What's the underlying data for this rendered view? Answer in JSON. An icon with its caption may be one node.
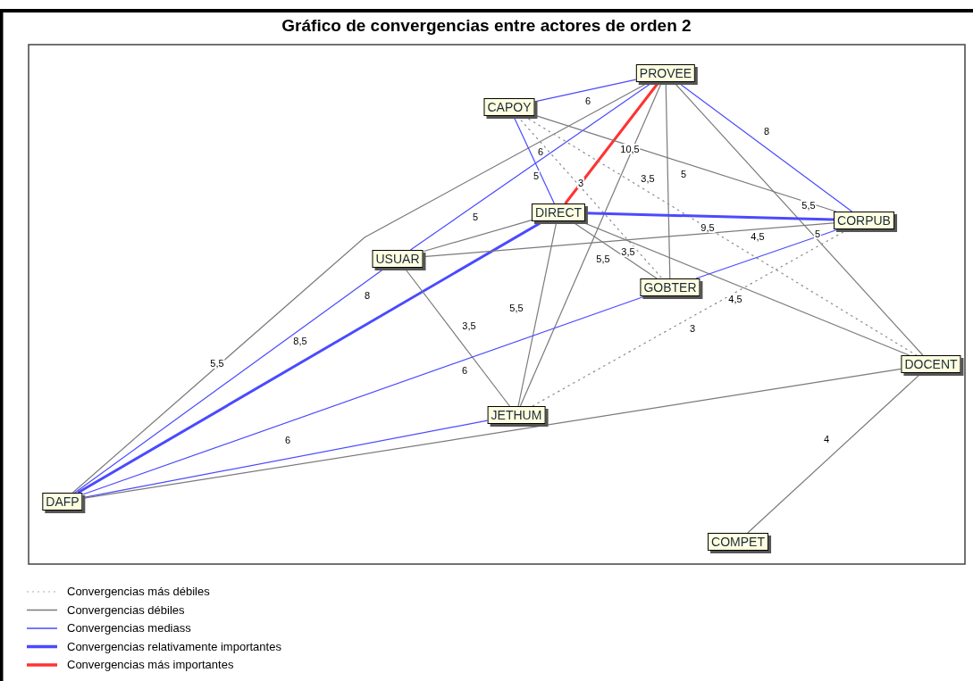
{
  "diagram": {
    "title": "Gráfico de convergencias entre actores de orden 2",
    "nodes": [
      {
        "text": [
          "PROVEE"
        ]
      },
      {
        "text": [
          "CAPOY"
        ]
      },
      {
        "text": [
          "DIRECT"
        ]
      },
      {
        "text": [
          "CORPUB"
        ]
      },
      {
        "text": [
          "USUAR"
        ]
      },
      {
        "text": [
          "GOBTER"
        ]
      },
      {
        "text": [
          "DOCENT"
        ]
      },
      {
        "text": [
          "JETHUM"
        ]
      },
      {
        "text": [
          "DAFP"
        ]
      },
      {
        "text": [
          "COMPET"
        ]
      }
    ],
    "edges": [
      {
        "from": 0,
        "to": 1,
        "arrow": "none",
        "label": "6",
        "color": "#4a4aff"
      },
      {
        "from": 0,
        "to": 2,
        "arrow": "none",
        "label": "10,5",
        "style": "thick",
        "color": "#ff3333"
      },
      {
        "from": 0,
        "to": 3,
        "arrow": "none",
        "label": "8",
        "color": "#4a4aff"
      },
      {
        "from": 0,
        "to": 5,
        "arrow": "none",
        "label": "5"
      },
      {
        "from": 0,
        "to": 6,
        "arrow": "none",
        "label": "5"
      },
      {
        "from": 0,
        "to": 7,
        "arrow": "none",
        "label": "5,5"
      },
      {
        "from": 0,
        "to": 4,
        "arrow": "none",
        "label": "6",
        "color": "#4a4aff"
      },
      {
        "from": 0,
        "to": 8,
        "arrow": "none",
        "label": "5,5"
      },
      {
        "from": 1,
        "to": 2,
        "arrow": "none",
        "label": "5",
        "color": "#4a4aff"
      },
      {
        "from": 1,
        "to": 3,
        "arrow": "none",
        "label": "5,5"
      },
      {
        "from": 1,
        "to": 6,
        "arrow": "none",
        "label": "3,5",
        "style": "dashed"
      },
      {
        "from": 1,
        "to": 5,
        "arrow": "none",
        "label": "3",
        "style": "dashed"
      },
      {
        "from": 2,
        "to": 3,
        "arrow": "none",
        "label": "9,5",
        "style": "thick",
        "color": "#4a4aff"
      },
      {
        "from": 2,
        "to": 4,
        "arrow": "none",
        "label": "5"
      },
      {
        "from": 2,
        "to": 5,
        "arrow": "none",
        "label": "3,5"
      },
      {
        "from": 2,
        "to": 6,
        "arrow": "none",
        "label": "4,5"
      },
      {
        "from": 2,
        "to": 7,
        "arrow": "none",
        "label": "5,5"
      },
      {
        "from": 2,
        "to": 8,
        "arrow": "none",
        "label": "8,5",
        "style": "thick",
        "color": "#4a4aff"
      },
      {
        "from": 3,
        "to": 4,
        "arrow": "none",
        "label": "4,5"
      },
      {
        "from": 3,
        "to": 5,
        "arrow": "none",
        "color": "#4a4aff"
      },
      {
        "from": 3,
        "to": 7,
        "arrow": "none",
        "label": "3",
        "style": "dashed"
      },
      {
        "from": 4,
        "to": 7,
        "arrow": "none",
        "label": "3,5"
      },
      {
        "from": 4,
        "to": 8,
        "arrow": "none",
        "label": "8",
        "color": "#4a4aff"
      },
      {
        "from": 5,
        "to": 8,
        "arrow": "none",
        "label": "6",
        "color": "#4a4aff"
      },
      {
        "from": 7,
        "to": 8,
        "arrow": "none",
        "label": "6",
        "color": "#4a4aff"
      },
      {
        "from": 6,
        "to": 8,
        "arrow": "none"
      },
      {
        "from": 6,
        "to": 9,
        "arrow": "none",
        "label": "4"
      }
    ],
    "legend": [
      {
        "text": "Convergencias más débiles"
      },
      {
        "text": "Convergencias débiles"
      },
      {
        "text": "Convergencias mediass"
      },
      {
        "text": "Convergencias relativamente importantes"
      },
      {
        "text": "Convergencias más importantes"
      }
    ]
  }
}
